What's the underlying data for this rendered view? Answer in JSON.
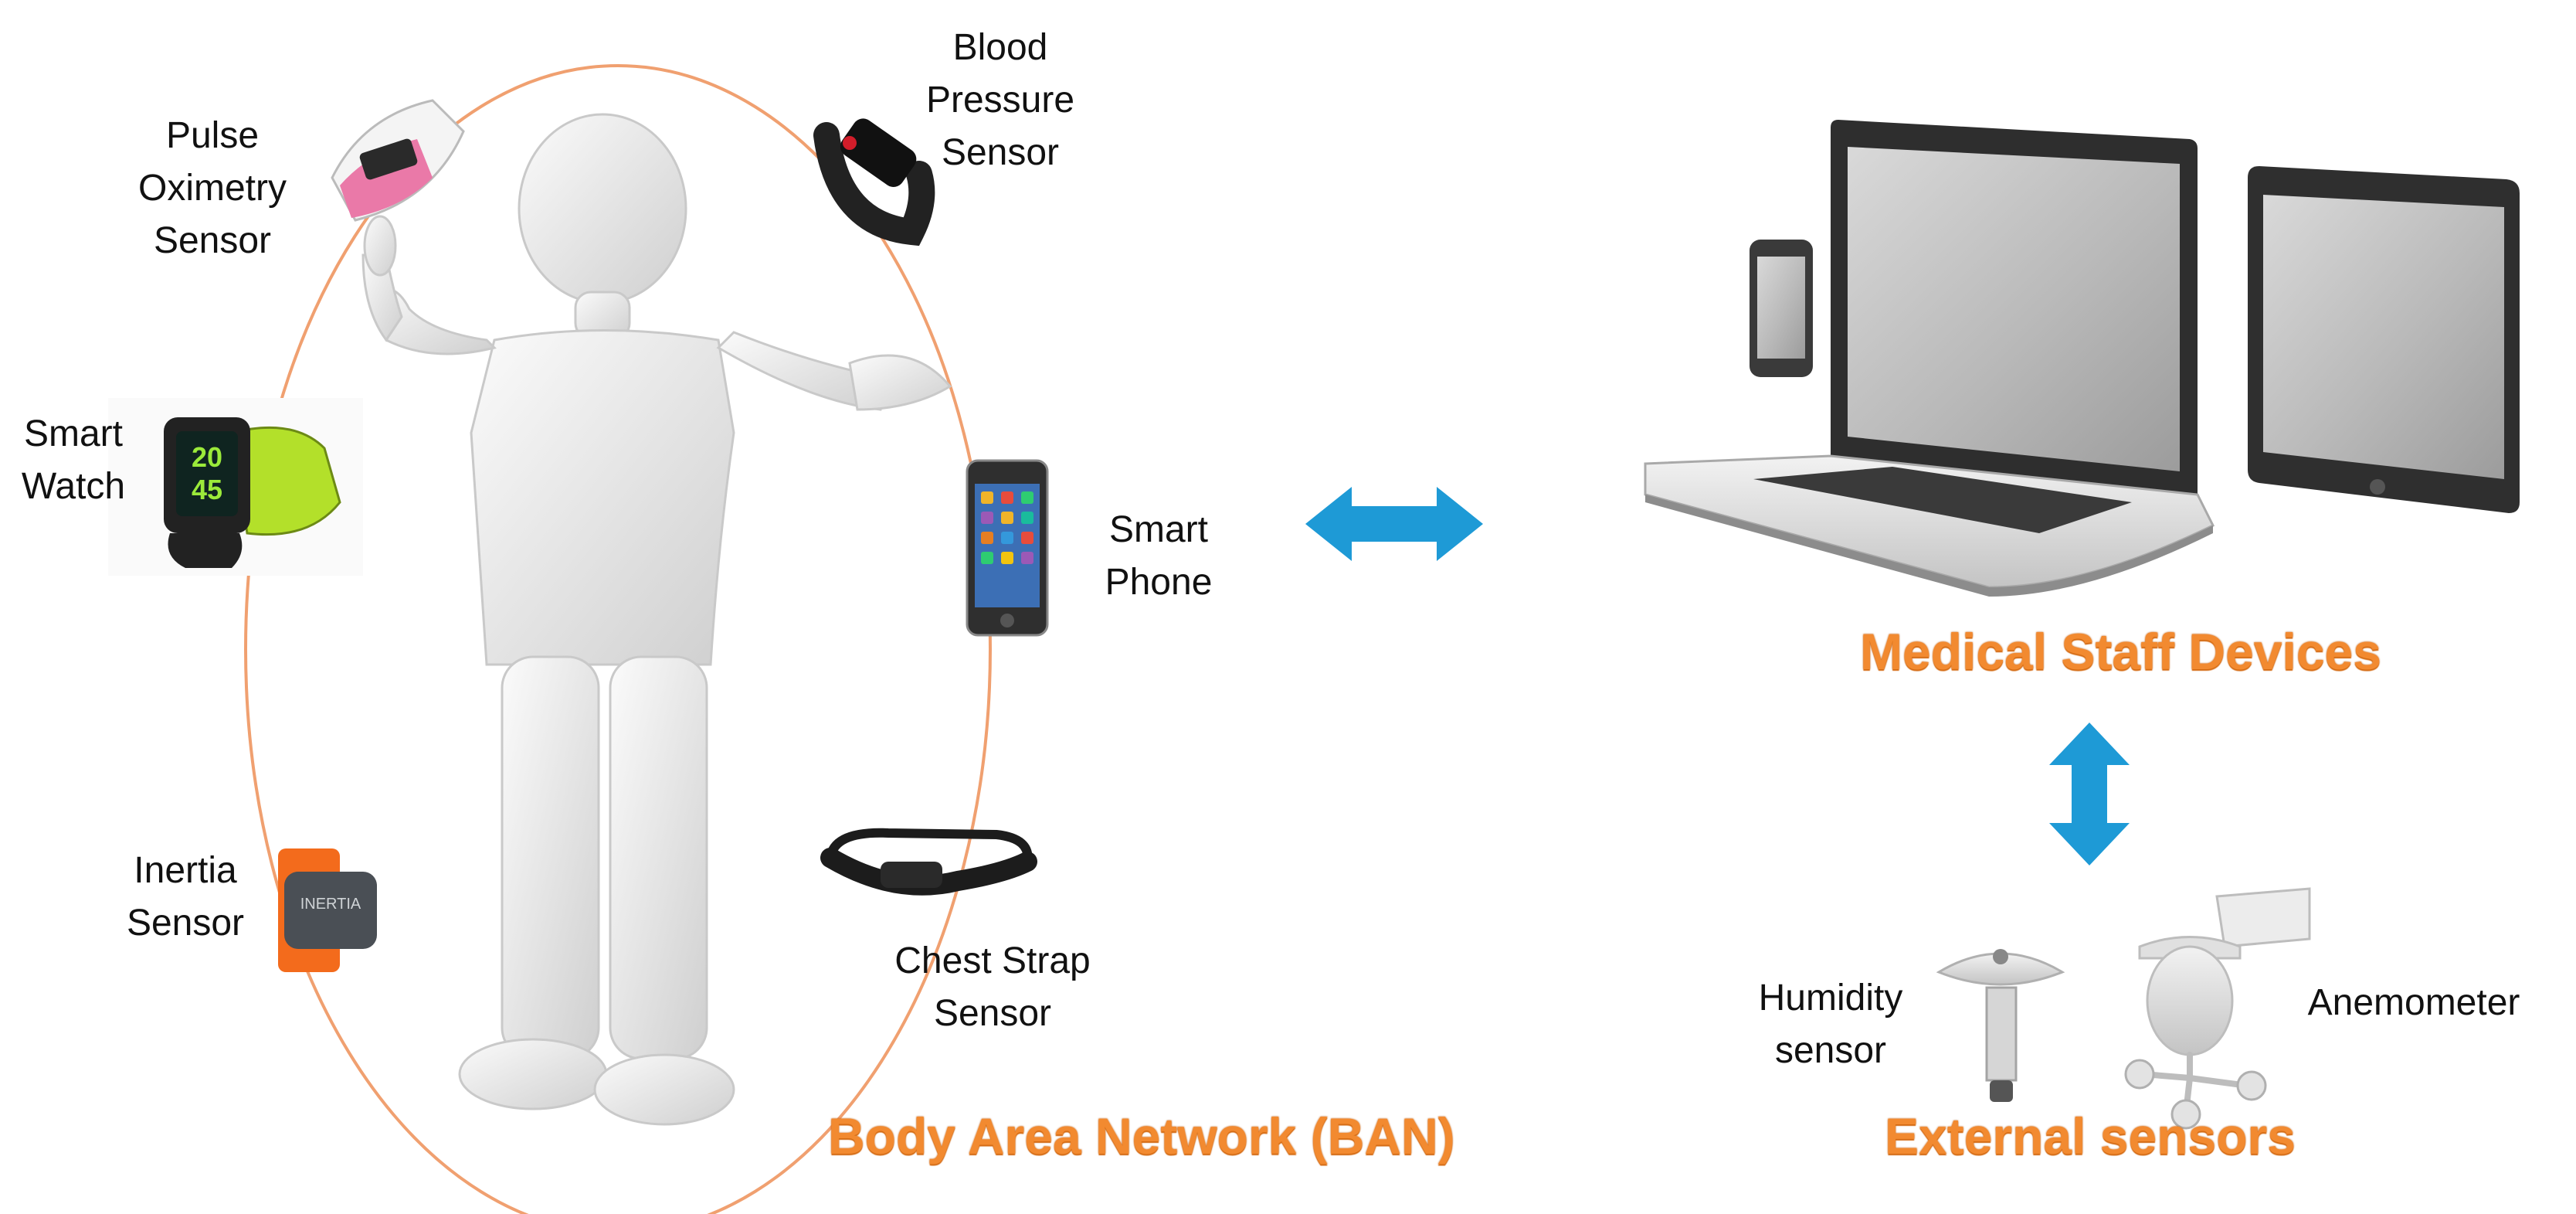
{
  "colors": {
    "accent_orange": "#f28a30",
    "arrow_blue": "#1e9ad6",
    "ellipse_stroke": "#f0a070",
    "figure": "#e9e9e9",
    "device_dark": "#3a3a3a",
    "screen_gray": "#bdbdbd",
    "text": "#111111"
  },
  "ban": {
    "title": "Body Area Network (BAN)",
    "sensors": {
      "pulse_oximetry": {
        "label": "Pulse\nOximetry\nSensor",
        "icon": "pulse-oximeter-icon"
      },
      "blood_pressure": {
        "label": "Blood\nPressure\nSensor",
        "icon": "blood-pressure-band-icon"
      },
      "smart_watch": {
        "label": "Smart\nWatch",
        "icon": "smart-watch-icon",
        "display_top": "20",
        "display_bottom": "45"
      },
      "smart_phone": {
        "label": "Smart\nPhone",
        "icon": "smart-phone-icon"
      },
      "inertia": {
        "label": "Inertia\nSensor",
        "icon": "inertia-sensor-icon",
        "device_text": "INERTIA"
      },
      "chest_strap": {
        "label": "Chest Strap\nSensor",
        "icon": "chest-strap-icon"
      }
    },
    "figure_icon": "human-figure-icon"
  },
  "link_icon": "bidirectional-arrow-icon",
  "medical": {
    "title": "Medical Staff Devices",
    "devices": [
      "smart-phone-icon",
      "laptop-icon",
      "tablet-icon"
    ]
  },
  "external": {
    "title": "External sensors",
    "humidity": {
      "label": "Humidity\nsensor",
      "icon": "humidity-sensor-icon"
    },
    "anemometer": {
      "label": "Anemometer",
      "icon": "anemometer-icon"
    }
  }
}
